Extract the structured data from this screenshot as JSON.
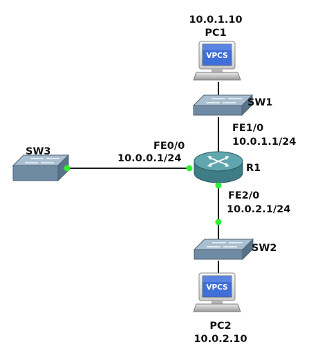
{
  "pc1": {
    "name": "PC1",
    "ip": "10.0.1.10",
    "screen_text": "VPCS"
  },
  "pc2": {
    "name": "PC2",
    "ip": "10.0.2.10",
    "screen_text": "VPCS"
  },
  "sw1": {
    "name": "SW1"
  },
  "sw2": {
    "name": "SW2"
  },
  "sw3": {
    "name": "SW3"
  },
  "r1": {
    "name": "R1",
    "fe0_0": {
      "interface": "FE0/0",
      "ip": "10.0.0.1/24"
    },
    "fe1_0": {
      "interface": "FE1/0",
      "ip": "10.0.1.1/24"
    },
    "fe2_0": {
      "interface": "FE2/0",
      "ip": "10.0.2.1/24"
    }
  },
  "colors": {
    "link": "#1a1a1a",
    "link_up_dot": "#33ee33",
    "switch_top": "#a9bed0",
    "switch_front": "#6f8aa3",
    "router_body": "#3f7d86",
    "router_top": "#5fa6ae",
    "pc_screen": "#3f6fd8"
  }
}
